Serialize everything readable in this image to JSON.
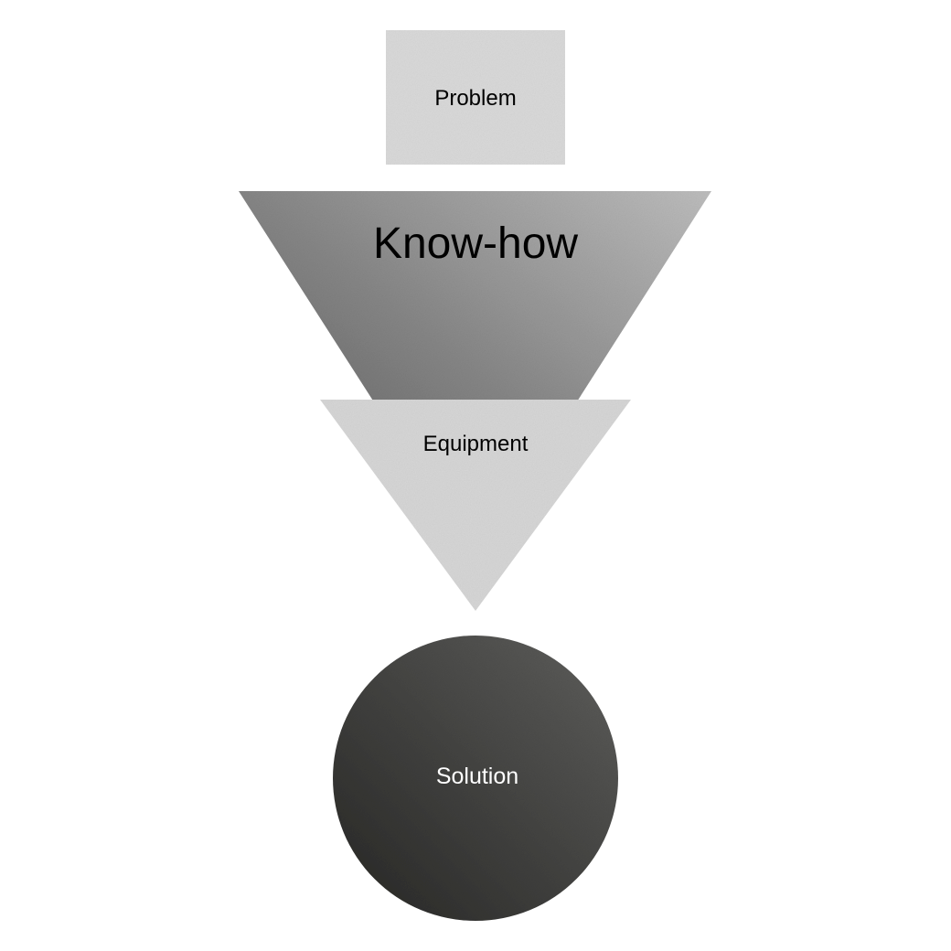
{
  "diagram": {
    "problem_label": "Problem",
    "knowhow_label": "Know-how",
    "equipment_label": "Equipment",
    "solution_label": "Solution"
  },
  "colors": {
    "problem_fill": "#d9d9d9",
    "knowhow_dark": "#5c5c5c",
    "knowhow_light": "#b4b4b4",
    "equipment_fill": "#d6d6d6",
    "solution_dark": "#2c2c2a",
    "solution_light": "#5c5c5a",
    "text_dark": "#000000",
    "text_light": "#ffffff"
  }
}
